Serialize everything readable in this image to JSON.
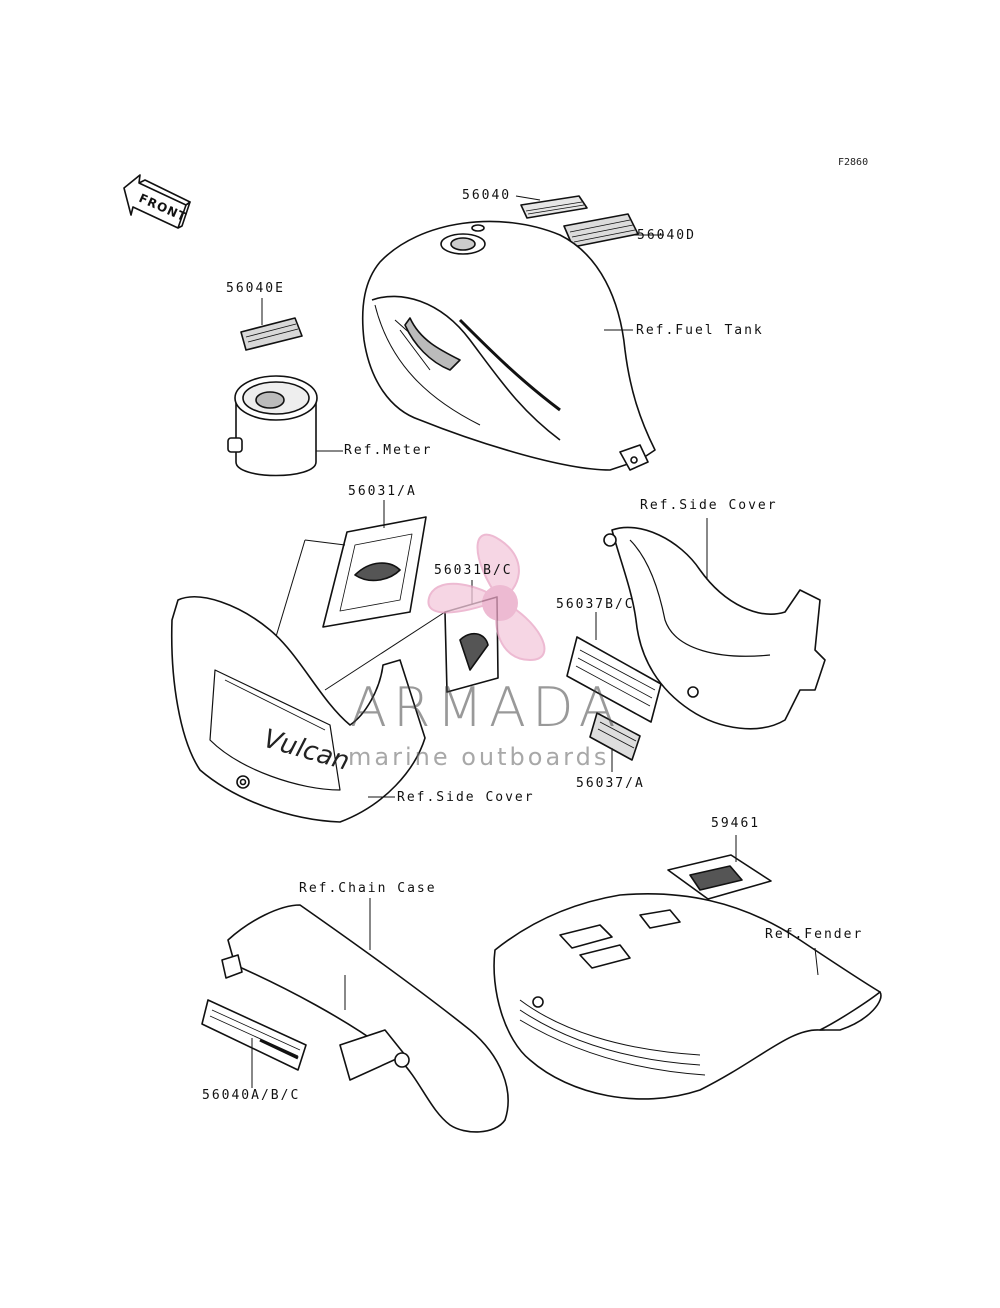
{
  "diagram": {
    "code": "F2860",
    "front_label": "FRONT",
    "labels": {
      "p56040": "56040",
      "p56040d": "56040D",
      "ref_fuel_tank": "Ref.Fuel Tank",
      "p56040e": "56040E",
      "ref_meter": "Ref.Meter",
      "p56031a": "56031/A",
      "ref_side_cover_right": "Ref.Side Cover",
      "p56031bc": "56031B/C",
      "p56037bc": "56037B/C",
      "p56037a": "56037/A",
      "ref_side_cover_left": "Ref.Side Cover",
      "p59461": "59461",
      "ref_chain_case": "Ref.Chain Case",
      "ref_fender": "Ref.Fender",
      "p56040abc": "56040A/B/C"
    },
    "cover_script": "Vulcan"
  },
  "watermark": {
    "brand": "ARMADA",
    "tagline": "marine outboards",
    "accent_color": "#e8a3c3"
  }
}
